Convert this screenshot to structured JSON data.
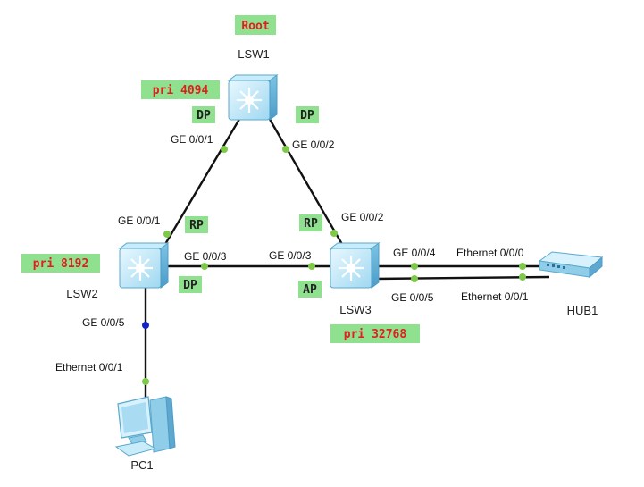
{
  "devices": {
    "lsw1": {
      "name": "LSW1"
    },
    "lsw2": {
      "name": "LSW2"
    },
    "lsw3": {
      "name": "LSW3"
    },
    "hub1": {
      "name": "HUB1"
    },
    "pc1": {
      "name": "PC1"
    }
  },
  "tags": {
    "root": "Root",
    "pri_lsw1": "pri 4094",
    "pri_lsw2": "pri 8192",
    "pri_lsw3": "pri 32768"
  },
  "roles": {
    "lsw1_g1": "DP",
    "lsw1_g2": "DP",
    "lsw2_g1": "RP",
    "lsw2_g3": "DP",
    "lsw3_g2": "RP",
    "lsw3_g3": "AP"
  },
  "ports": {
    "lsw1_g1": "GE 0/0/1",
    "lsw1_g2": "GE 0/0/2",
    "lsw2_g1": "GE 0/0/1",
    "lsw2_g3": "GE 0/0/3",
    "lsw2_g5": "GE 0/0/5",
    "lsw3_g2": "GE 0/0/2",
    "lsw3_g3": "GE 0/0/3",
    "lsw3_g4": "GE 0/0/4",
    "lsw3_g5": "GE 0/0/5",
    "hub_e0": "Ethernet 0/0/0",
    "hub_e1": "Ethernet 0/0/1",
    "pc_e1": "Ethernet 0/0/1"
  },
  "colors": {
    "tag_bg": "#8fe08f",
    "tag_text": "#e02020",
    "port_dot": "#7dc94a",
    "blocked_dot": "#1222c8",
    "switch_body": "#9fd8f0"
  },
  "icons": {
    "switch": "l3-switch-icon",
    "hub": "hub-icon",
    "pc": "pc-icon"
  }
}
